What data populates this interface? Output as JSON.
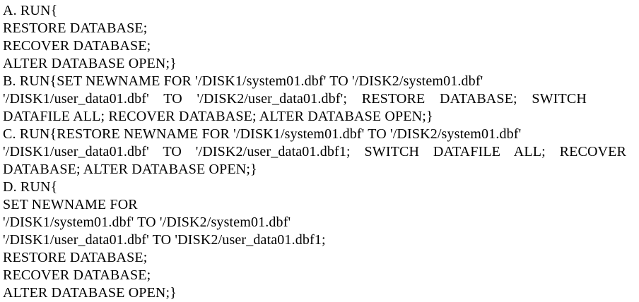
{
  "question": {
    "options": [
      {
        "letter": "A",
        "lines": [
          "A. RUN{",
          "RESTORE DATABASE;",
          "RECOVER DATABASE;",
          "ALTER DATABASE OPEN;}"
        ]
      },
      {
        "letter": "B",
        "lines": [
          "B. RUN{SET NEWNAME FOR '/DISK1/system01.dbf' TO '/DISK2/system01.dbf'",
          "'/DISK1/user_data01.dbf' TO '/DISK2/user_data01.dbf'; RESTORE DATABASE; SWITCH",
          "DATAFILE ALL; RECOVER DATABASE; ALTER DATABASE OPEN;}"
        ]
      },
      {
        "letter": "C",
        "lines": [
          "C. RUN{RESTORE NEWNAME FOR '/DISK1/system01.dbf' TO '/DISK2/system01.dbf'",
          "'/DISK1/user_data01.dbf' TO '/DISK2/user_data01.dbf1; SWITCH DATAFILE ALL; RECOVER",
          "DATABASE; ALTER DATABASE OPEN;}"
        ]
      },
      {
        "letter": "D",
        "lines": [
          "D. RUN{",
          "SET NEWNAME FOR",
          "'/DISK1/system01.dbf' TO '/DISK2/system01.dbf'",
          "'/DISK1/user_data01.dbf' TO 'DISK2/user_data01.dbf1;",
          "RESTORE DATABASE;",
          "RECOVER DATABASE;",
          "ALTER DATABASE OPEN;}"
        ]
      }
    ]
  }
}
